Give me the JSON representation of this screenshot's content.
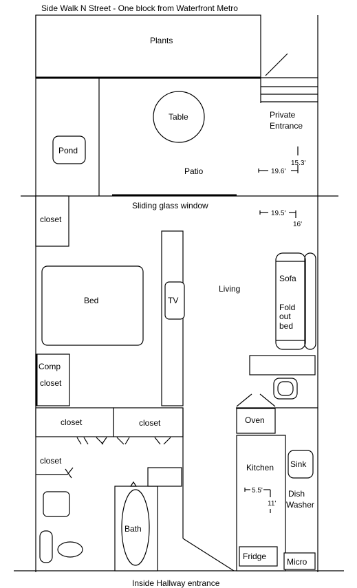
{
  "header": {
    "street": "Side Walk  N Street - One block from Waterfront Metro"
  },
  "footer": {
    "entrance": "Inside Hallway entrance"
  },
  "rooms": {
    "plants": "Plants",
    "table": "Table",
    "pond": "Pond",
    "patio": "Patio",
    "private_entrance_1": "Private",
    "private_entrance_2": "Entrance",
    "sliding_window": "Sliding glass window",
    "living": "Living",
    "bed": "Bed",
    "tv": "TV",
    "sofa": "Sofa",
    "fold_1": "Fold",
    "fold_2": "out",
    "fold_3": "bed",
    "comp_1": "Comp",
    "comp_2": "closet",
    "closet": "closet",
    "oven": "Oven",
    "kitchen": "Kitchen",
    "sink": "Sink",
    "dish_1": "Dish",
    "dish_2": "Washer",
    "bath": "Bath",
    "fridge": "Fridge",
    "micro": "Micro"
  },
  "dimensions": {
    "patio_depth": "15.3'",
    "patio_width": "19.6'",
    "living_width": "19.5'",
    "living_depth": "16'",
    "kitchen_width": "5.5'",
    "kitchen_depth": "11'"
  }
}
